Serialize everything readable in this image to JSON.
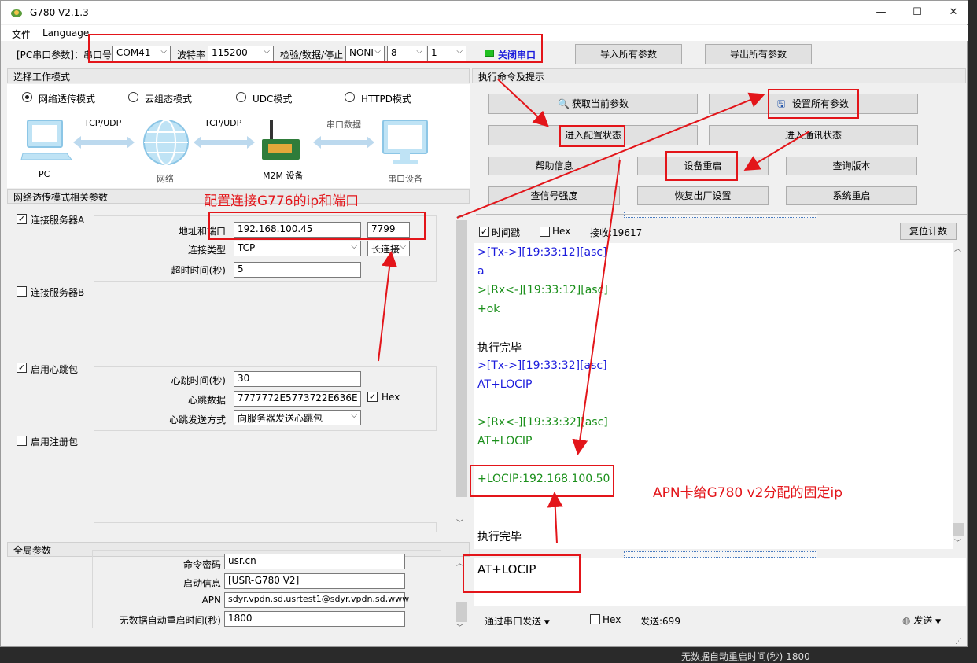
{
  "window": {
    "title": "G780 V2.1.3",
    "controls": [
      "—",
      "☐",
      "✕"
    ]
  },
  "menu": [
    "文件",
    "Language"
  ],
  "serial": {
    "prefix": "[PC串口参数]：串口号",
    "port": "COM41",
    "baud_label": "波特率",
    "baud": "115200",
    "parity_label": "检验/数据/停止",
    "parity": "NONI",
    "databits": "8",
    "stopbits": "1",
    "close_label": "关闭串口"
  },
  "top_buttons": {
    "import_all": "导入所有参数",
    "export_all": "导出所有参数"
  },
  "mode_section": {
    "title": "选择工作模式",
    "modes": [
      "网络透传模式",
      "云组态模式",
      "UDC模式",
      "HTTPD模式"
    ],
    "diagram": {
      "pc": "PC",
      "tcp1": "TCP/UDP",
      "network": "网络",
      "tcp2": "TCP/UDP",
      "m2m": "M2M 设备",
      "serial_data": "串口数据",
      "serial_dev": "串口设备"
    }
  },
  "params_section": {
    "title": "网络透传模式相关参数",
    "serverA": {
      "label": "连接服务器A",
      "addr_label": "地址和端口",
      "addr": "192.168.100.45",
      "port": "7799",
      "type_label": "连接类型",
      "type": "TCP",
      "conn": "长连接",
      "timeout_label": "超时时间(秒)",
      "timeout": "5"
    },
    "serverB": {
      "label": "连接服务器B"
    },
    "heartbeat": {
      "label": "启用心跳包",
      "time_label": "心跳时间(秒)",
      "time": "30",
      "data_label": "心跳数据",
      "data": "7777772E5773722E636E",
      "hex": "Hex",
      "method_label": "心跳发送方式",
      "method": "向服务器发送心跳包"
    },
    "register": {
      "label": "启用注册包"
    }
  },
  "global_section": {
    "title": "全局参数",
    "cmd_pwd_label": "命令密码",
    "cmd_pwd": "usr.cn",
    "boot_label": "启动信息",
    "boot": "[USR-G780 V2]",
    "apn_label": "APN",
    "apn": "sdyr.vpdn.sd,usrtest1@sdyr.vpdn.sd,www",
    "restart_label": "无数据自动重启时间(秒)",
    "restart": "1800"
  },
  "exec_section": {
    "title": "执行命令及提示",
    "buttons": [
      "获取当前参数",
      "设置所有参数",
      "进入配置状态",
      "进入通讯状态",
      "帮助信息",
      "设备重启",
      "查询版本",
      "查信号强度",
      "恢复出厂设置",
      "系统重启"
    ]
  },
  "log_toolbar": {
    "timestamp": "时间戳",
    "hex": "Hex",
    "recv": "接收:19617",
    "reset": "复位计数"
  },
  "log": {
    "lines": [
      ">[Tx->][19:33:12][asc]",
      "a",
      ">[Rx<-][19:33:12][asc]",
      "+ok",
      "执行完毕",
      ">[Tx->][19:33:32][asc]",
      "AT+LOCIP",
      ">[Rx<-][19:33:32][asc]",
      "AT+LOCIP",
      "+LOCIP:192.168.100.50",
      "执行完毕"
    ]
  },
  "send": {
    "text": "AT+LOCIP",
    "via": "通过串口发送",
    "hex": "Hex",
    "sent": "发送:699",
    "send_btn": "发送"
  },
  "annotations": {
    "config_note": "配置连接G776的ip和端口",
    "apn_note": "APN卡给G780 v2分配的固定ip"
  },
  "background_text": "无数据自动重启时间(秒) 1800",
  "colors": {
    "annotation": "#e3151a",
    "tx": "#1a1adc",
    "rx": "#1a8f1a",
    "led": "#21c021"
  }
}
